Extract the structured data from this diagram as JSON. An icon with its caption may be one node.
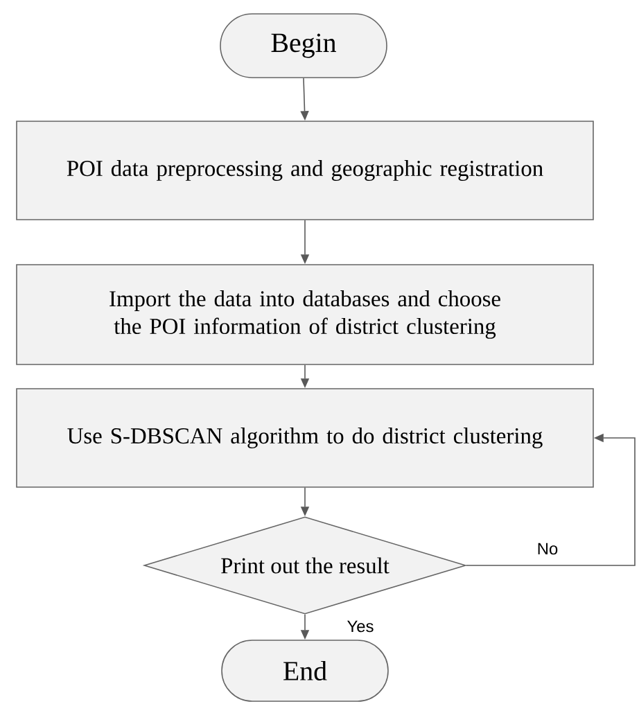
{
  "diagram": {
    "nodes": [
      {
        "text": [
          "Begin"
        ]
      },
      {
        "text": [
          "POI data preprocessing and geographic registration"
        ]
      },
      {
        "text": [
          "Import the data into databases and choose the POI information of district clustering"
        ]
      },
      {
        "text": [
          "Use S-DBSCAN algorithm to do district clustering"
        ]
      },
      {
        "text": [
          "Print out the result"
        ]
      },
      {
        "text": [
          "End"
        ]
      }
    ],
    "edges": [
      {
        "from": 0,
        "to": 1,
        "arrow": "to"
      },
      {
        "from": 1,
        "to": 2,
        "arrow": "to"
      },
      {
        "from": 2,
        "to": 3,
        "arrow": "to"
      },
      {
        "from": 3,
        "to": 4,
        "arrow": "to"
      },
      {
        "from": 4,
        "to": 5,
        "arrow": "to",
        "label": "Yes"
      },
      {
        "from": 4,
        "to": 3,
        "arrow": "to",
        "label": "No"
      }
    ]
  }
}
